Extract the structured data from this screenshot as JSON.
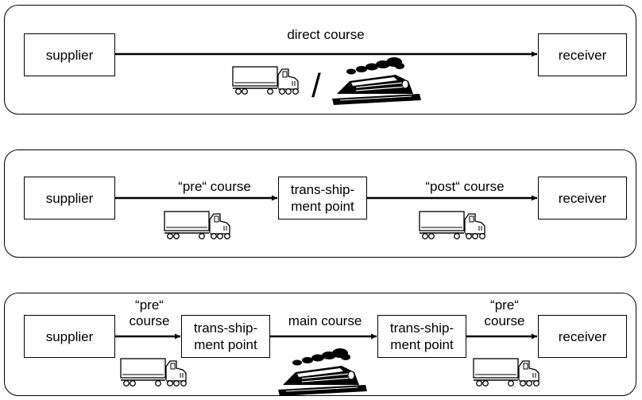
{
  "rows": [
    {
      "nodes": [
        "supplier",
        "receiver"
      ],
      "edges": [
        "direct course"
      ],
      "vehicles": [
        "truck-icon",
        "train-icon"
      ],
      "separator": "/"
    },
    {
      "nodes": [
        "supplier",
        "trans-ship-\nment point",
        "receiver"
      ],
      "edges": [
        "“pre“ course",
        "“post“ course"
      ],
      "vehicles": [
        "truck-icon",
        "truck-icon"
      ]
    },
    {
      "nodes": [
        "supplier",
        "trans-ship-\nment point",
        "trans-ship-\nment point",
        "receiver"
      ],
      "edges": [
        "“pre“\ncourse",
        "main course",
        "“pre“\ncourse"
      ],
      "vehicles": [
        "truck-icon",
        "train-icon",
        "truck-icon"
      ]
    }
  ],
  "colors": {
    "stroke": "#000000",
    "background": "#ffffff"
  }
}
